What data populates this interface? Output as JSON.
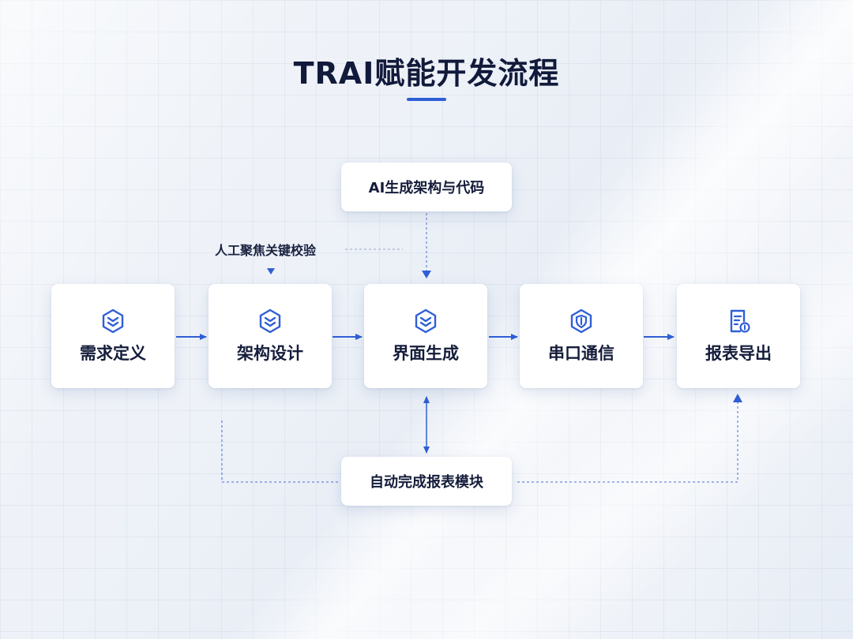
{
  "title": "TRAI赋能开发流程",
  "steps": [
    {
      "label": "需求定义",
      "icon": "layers-hexagon-icon"
    },
    {
      "label": "架构设计",
      "icon": "layers-hexagon-icon"
    },
    {
      "label": "界面生成",
      "icon": "layers-hexagon-icon"
    },
    {
      "label": "串口通信",
      "icon": "shield-hexagon-icon"
    },
    {
      "label": "报表导出",
      "icon": "document-icon"
    }
  ],
  "top_box": {
    "label": "AI生成架构与代码"
  },
  "bottom_box": {
    "label": "自动完成报表模块"
  },
  "note": {
    "label": "人工聚焦关键校验"
  },
  "colors": {
    "accent": "#2f5fd6",
    "text": "#141c3a",
    "background": "#eef2f8"
  }
}
